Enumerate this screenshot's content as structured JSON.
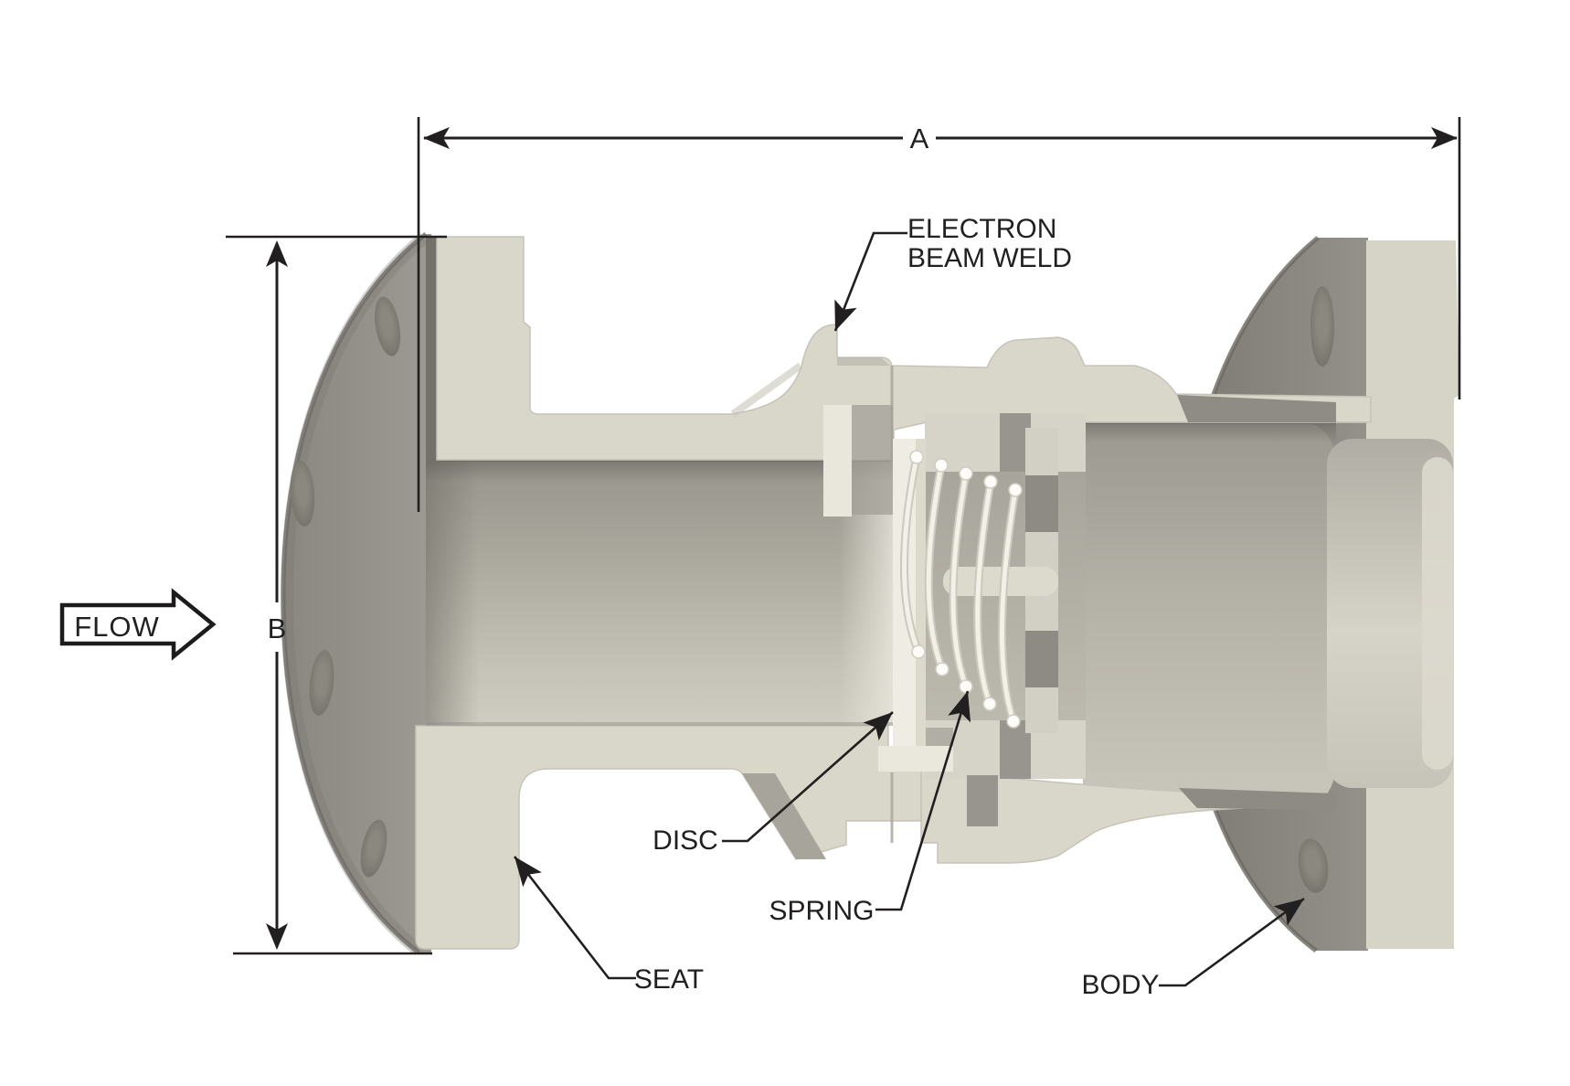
{
  "diagram": {
    "description": "Cross-section cutaway illustration of an axial flow check valve",
    "flow_label": "FLOW",
    "dimensions": {
      "a": {
        "label": "A"
      },
      "b": {
        "label": "B"
      }
    },
    "callouts": {
      "electron_beam_weld": {
        "line1": "ELECTRON",
        "line2": "BEAM WELD"
      },
      "disc": {
        "label": "DISC"
      },
      "spring": {
        "label": "SPRING"
      },
      "seat": {
        "label": "SEAT"
      },
      "body": {
        "label": "BODY"
      }
    },
    "colors": {
      "background": "#ffffff",
      "line": "#221f20",
      "body_cut_surface": "#d9d6ca",
      "flange_face_gray": "#98958e",
      "bore_shadow_gray": "#8a8780",
      "internal_white_parts": "#f0eee4"
    }
  }
}
